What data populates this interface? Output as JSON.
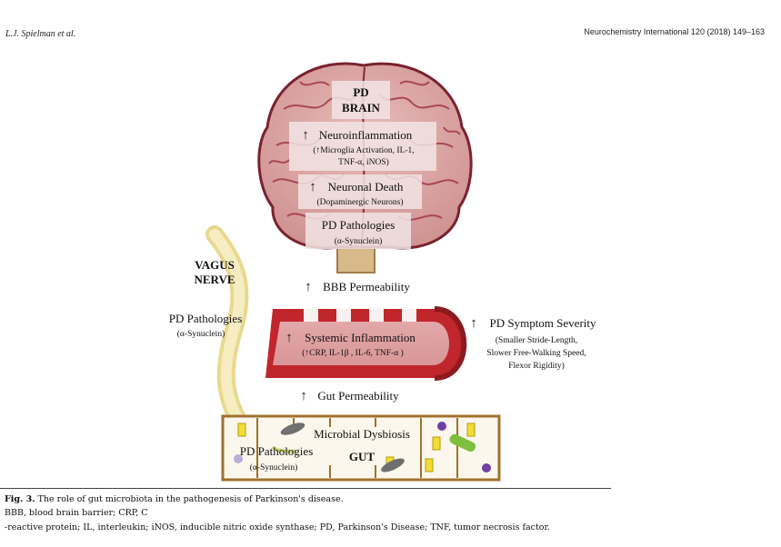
{
  "header": {
    "authors": "L.J. Spielman et al.",
    "journal": "Neurochemistry International 120 (2018) 149–163"
  },
  "figure": {
    "brain": {
      "title_line1": "PD",
      "title_line2": "BRAIN",
      "neuro_title": "Neuroinflammation",
      "neuro_sub1": "(↑Microglia Activation, IL-1,",
      "neuro_sub2": "TNF-α, iNOS)",
      "death_title": "Neuronal Death",
      "death_sub": "(Dopaminergic Neurons)",
      "path_title": "PD Pathologies",
      "path_sub": "(α-Synuclein)"
    },
    "vagus": {
      "line1": "VAGUS",
      "line2": "NERVE",
      "path_title": "PD Pathologies",
      "path_sub": "(α-Synuclein)"
    },
    "bbb": "BBB Permeability",
    "vessel": {
      "title": "Systemic Inflammation",
      "sub": "(↑CRP, IL-1β , IL-6, TNF-α )"
    },
    "symptoms": {
      "title": "PD Symptom Severity",
      "line1": "(Smaller Stride-Length,",
      "line2": "Slower Free-Walking Speed,",
      "line3": "Flexor Rigidity)"
    },
    "gut_permeability": "Gut Permeability",
    "gut": {
      "dysbiosis": "Microbial Dysbiosis",
      "path_title": "PD Pathologies",
      "path_sub": "(α-Synuclein)",
      "label": "GUT"
    },
    "colors": {
      "brain": "#d8a3a2",
      "vessel": "#c0262b",
      "nerve": "#f3e6a0",
      "gut_wall": "#a0722c"
    }
  },
  "caption": {
    "fig_label": "Fig. 3.",
    "fig_text": " The role of gut microbiota in the pathogenesis of Parkinson's disease.",
    "line2": "BBB, blood brain barrier; CRP, C",
    "line3": "-reactive protein; IL, interleukin; iNOS, inducible nitric oxide synthase; PD, Parkinson's Disease; TNF, tumor necrosis factor."
  }
}
